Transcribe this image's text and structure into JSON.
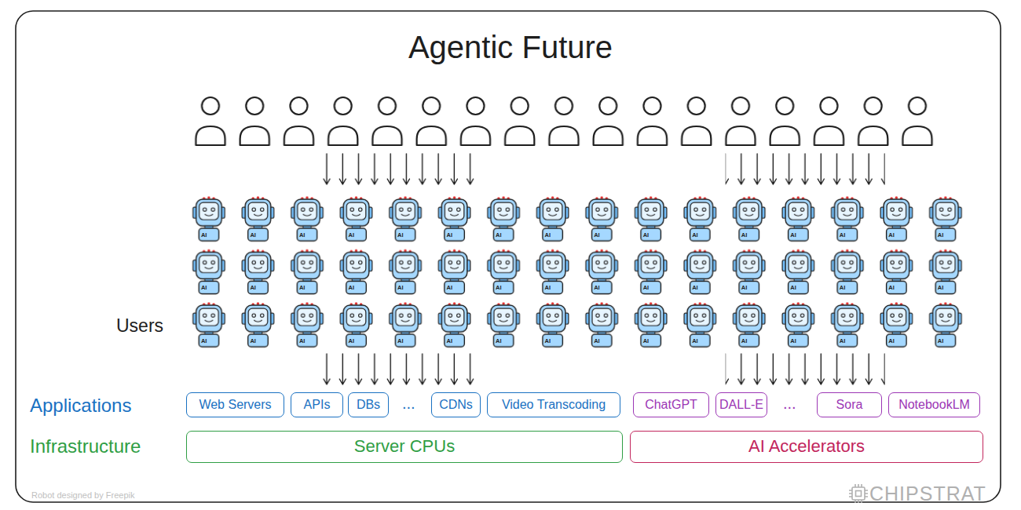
{
  "diagram": {
    "title": "Agentic Future",
    "nodes": [
      {
        "text": [
          "Web Servers"
        ]
      },
      {
        "text": [
          "APIs"
        ]
      },
      {
        "text": [
          "DBs"
        ]
      },
      {
        "text": [
          "CDNs"
        ]
      },
      {
        "text": [
          "Video Transcoding"
        ]
      },
      {
        "text": [
          "ChatGPT"
        ]
      },
      {
        "text": [
          "DALL-E"
        ]
      },
      {
        "text": [
          "Sora"
        ]
      },
      {
        "text": [
          "NotebookLM"
        ]
      },
      {
        "text": [
          "Server CPUs"
        ]
      },
      {
        "text": [
          "AI Accelerators"
        ]
      }
    ],
    "labels": [
      "AI",
      "AI",
      "AI",
      "AI",
      "AI",
      "AI",
      "AI",
      "AI",
      "AI",
      "AI",
      "AI",
      "AI",
      "AI",
      "AI",
      "AI",
      "AI",
      "AI",
      "AI",
      "AI",
      "AI",
      "AI",
      "AI",
      "AI",
      "AI",
      "AI",
      "AI",
      "AI",
      "AI",
      "AI",
      "AI",
      "AI",
      "AI",
      "Users",
      "AI",
      "AI",
      "AI",
      "AI",
      "AI",
      "AI",
      "AI",
      "AI",
      "AI",
      "AI",
      "AI",
      "AI",
      "AI",
      "AI",
      "AI",
      "AI",
      "Applications",
      "...",
      "...",
      "Infrastructure",
      "Robot designed by Freepik",
      "CHIPSTRAT"
    ]
  }
}
